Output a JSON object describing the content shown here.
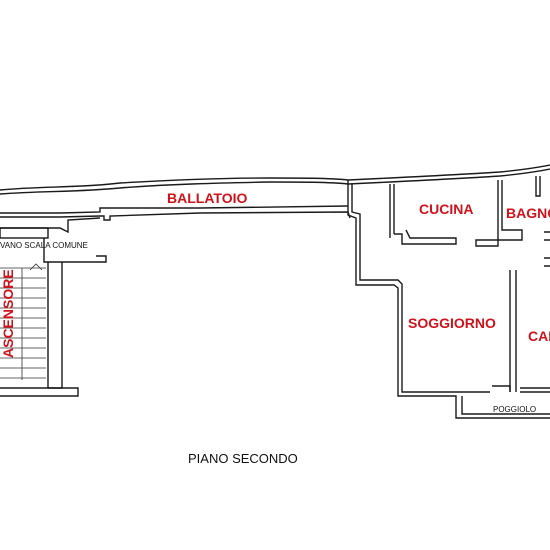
{
  "plan": {
    "caption": "PIANO SECONDO",
    "rooms": {
      "ballatoio": "BALLATOIO",
      "cucina": "CUCINA",
      "bagno": "BAGNO",
      "soggiorno": "SOGGIORNO",
      "camera": "CAMERA",
      "ascensore": "ASCENSORE"
    },
    "annotations": {
      "vano_scala": "VANO SCALA COMUNE",
      "poggiolo": "POGGIOLO"
    },
    "colors": {
      "room_label": "#d0121b",
      "wall": "#1a1a1a",
      "background": "#ffffff"
    }
  }
}
